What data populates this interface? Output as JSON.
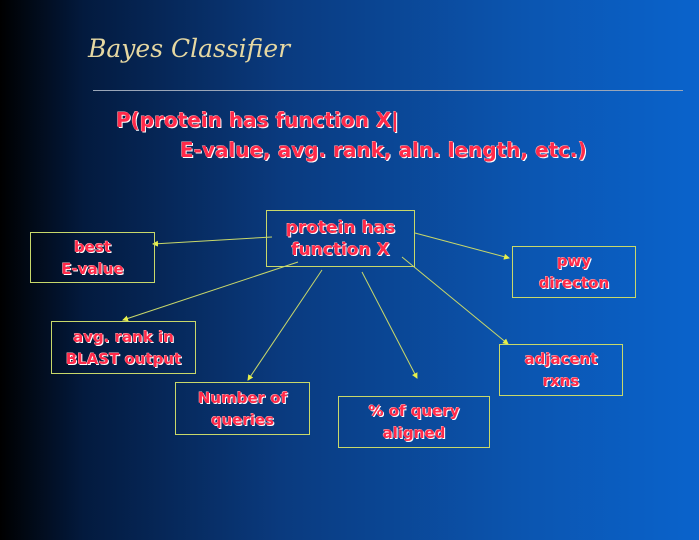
{
  "title": "Bayes Classifier",
  "question": {
    "line1": "P(protein has function X|",
    "line2": "E-value, avg. rank, aln. length, etc.)"
  },
  "center": {
    "line1": "protein has",
    "line2": "function X"
  },
  "nodes": [
    {
      "line1": "best",
      "line2": "E-value"
    },
    {
      "line1": "pwy",
      "line2": "directon"
    },
    {
      "line1": "avg. rank in",
      "line2": "BLAST output"
    },
    {
      "line1": "adjacent",
      "line2": "rxns"
    },
    {
      "line1": "Number of",
      "line2": "queries"
    },
    {
      "line1": "% of query",
      "line2": "aligned"
    }
  ],
  "colors": {
    "text": "#ff2a4a",
    "border": "#c8d86a",
    "title": "#e6d8a2"
  }
}
